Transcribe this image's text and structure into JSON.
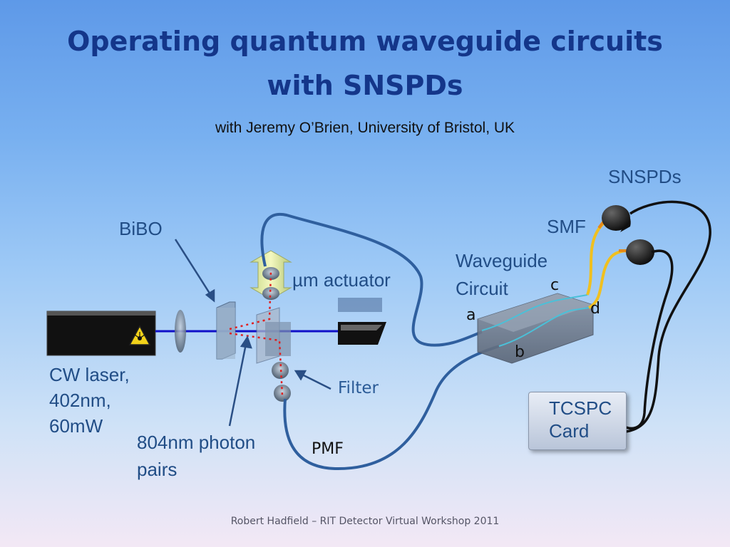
{
  "slide": {
    "title_line1": "Operating quantum waveguide circuits",
    "title_line2": "with SNSPDs",
    "subtitle": "with Jeremy O’Brien, University of Bristol, UK",
    "footer": "Robert Hadfield – RIT Detector Virtual Workshop 2011"
  },
  "labels": {
    "snspds": "SNSPDs",
    "smf": "SMF",
    "bibo": "BiBO",
    "actuator": "µm actuator",
    "waveguide_line1": "Waveguide",
    "waveguide_line2": "Circuit",
    "port_a": "a",
    "port_b": "b",
    "port_c": "c",
    "port_d": "d",
    "laser_line1": "CW laser,",
    "laser_line2": "402nm,",
    "laser_line3": "60mW",
    "filter": "Filter",
    "photon_line1": "804nm photon",
    "photon_line2": "pairs",
    "pmf": "PMF",
    "tcspc_line1": "TCSPC",
    "tcspc_line2": "Card"
  },
  "colors": {
    "title": "#14368a",
    "label_blue": "#214d86",
    "laser_beam": "#1010c8",
    "pmf_fiber": "#3a6aa8",
    "smf_fiber": "#f0c020",
    "photon_path": "#e02020"
  },
  "icons": {
    "laser_warning": "laser-warning-icon",
    "actuator_arrow": "double-arrow-icon"
  }
}
